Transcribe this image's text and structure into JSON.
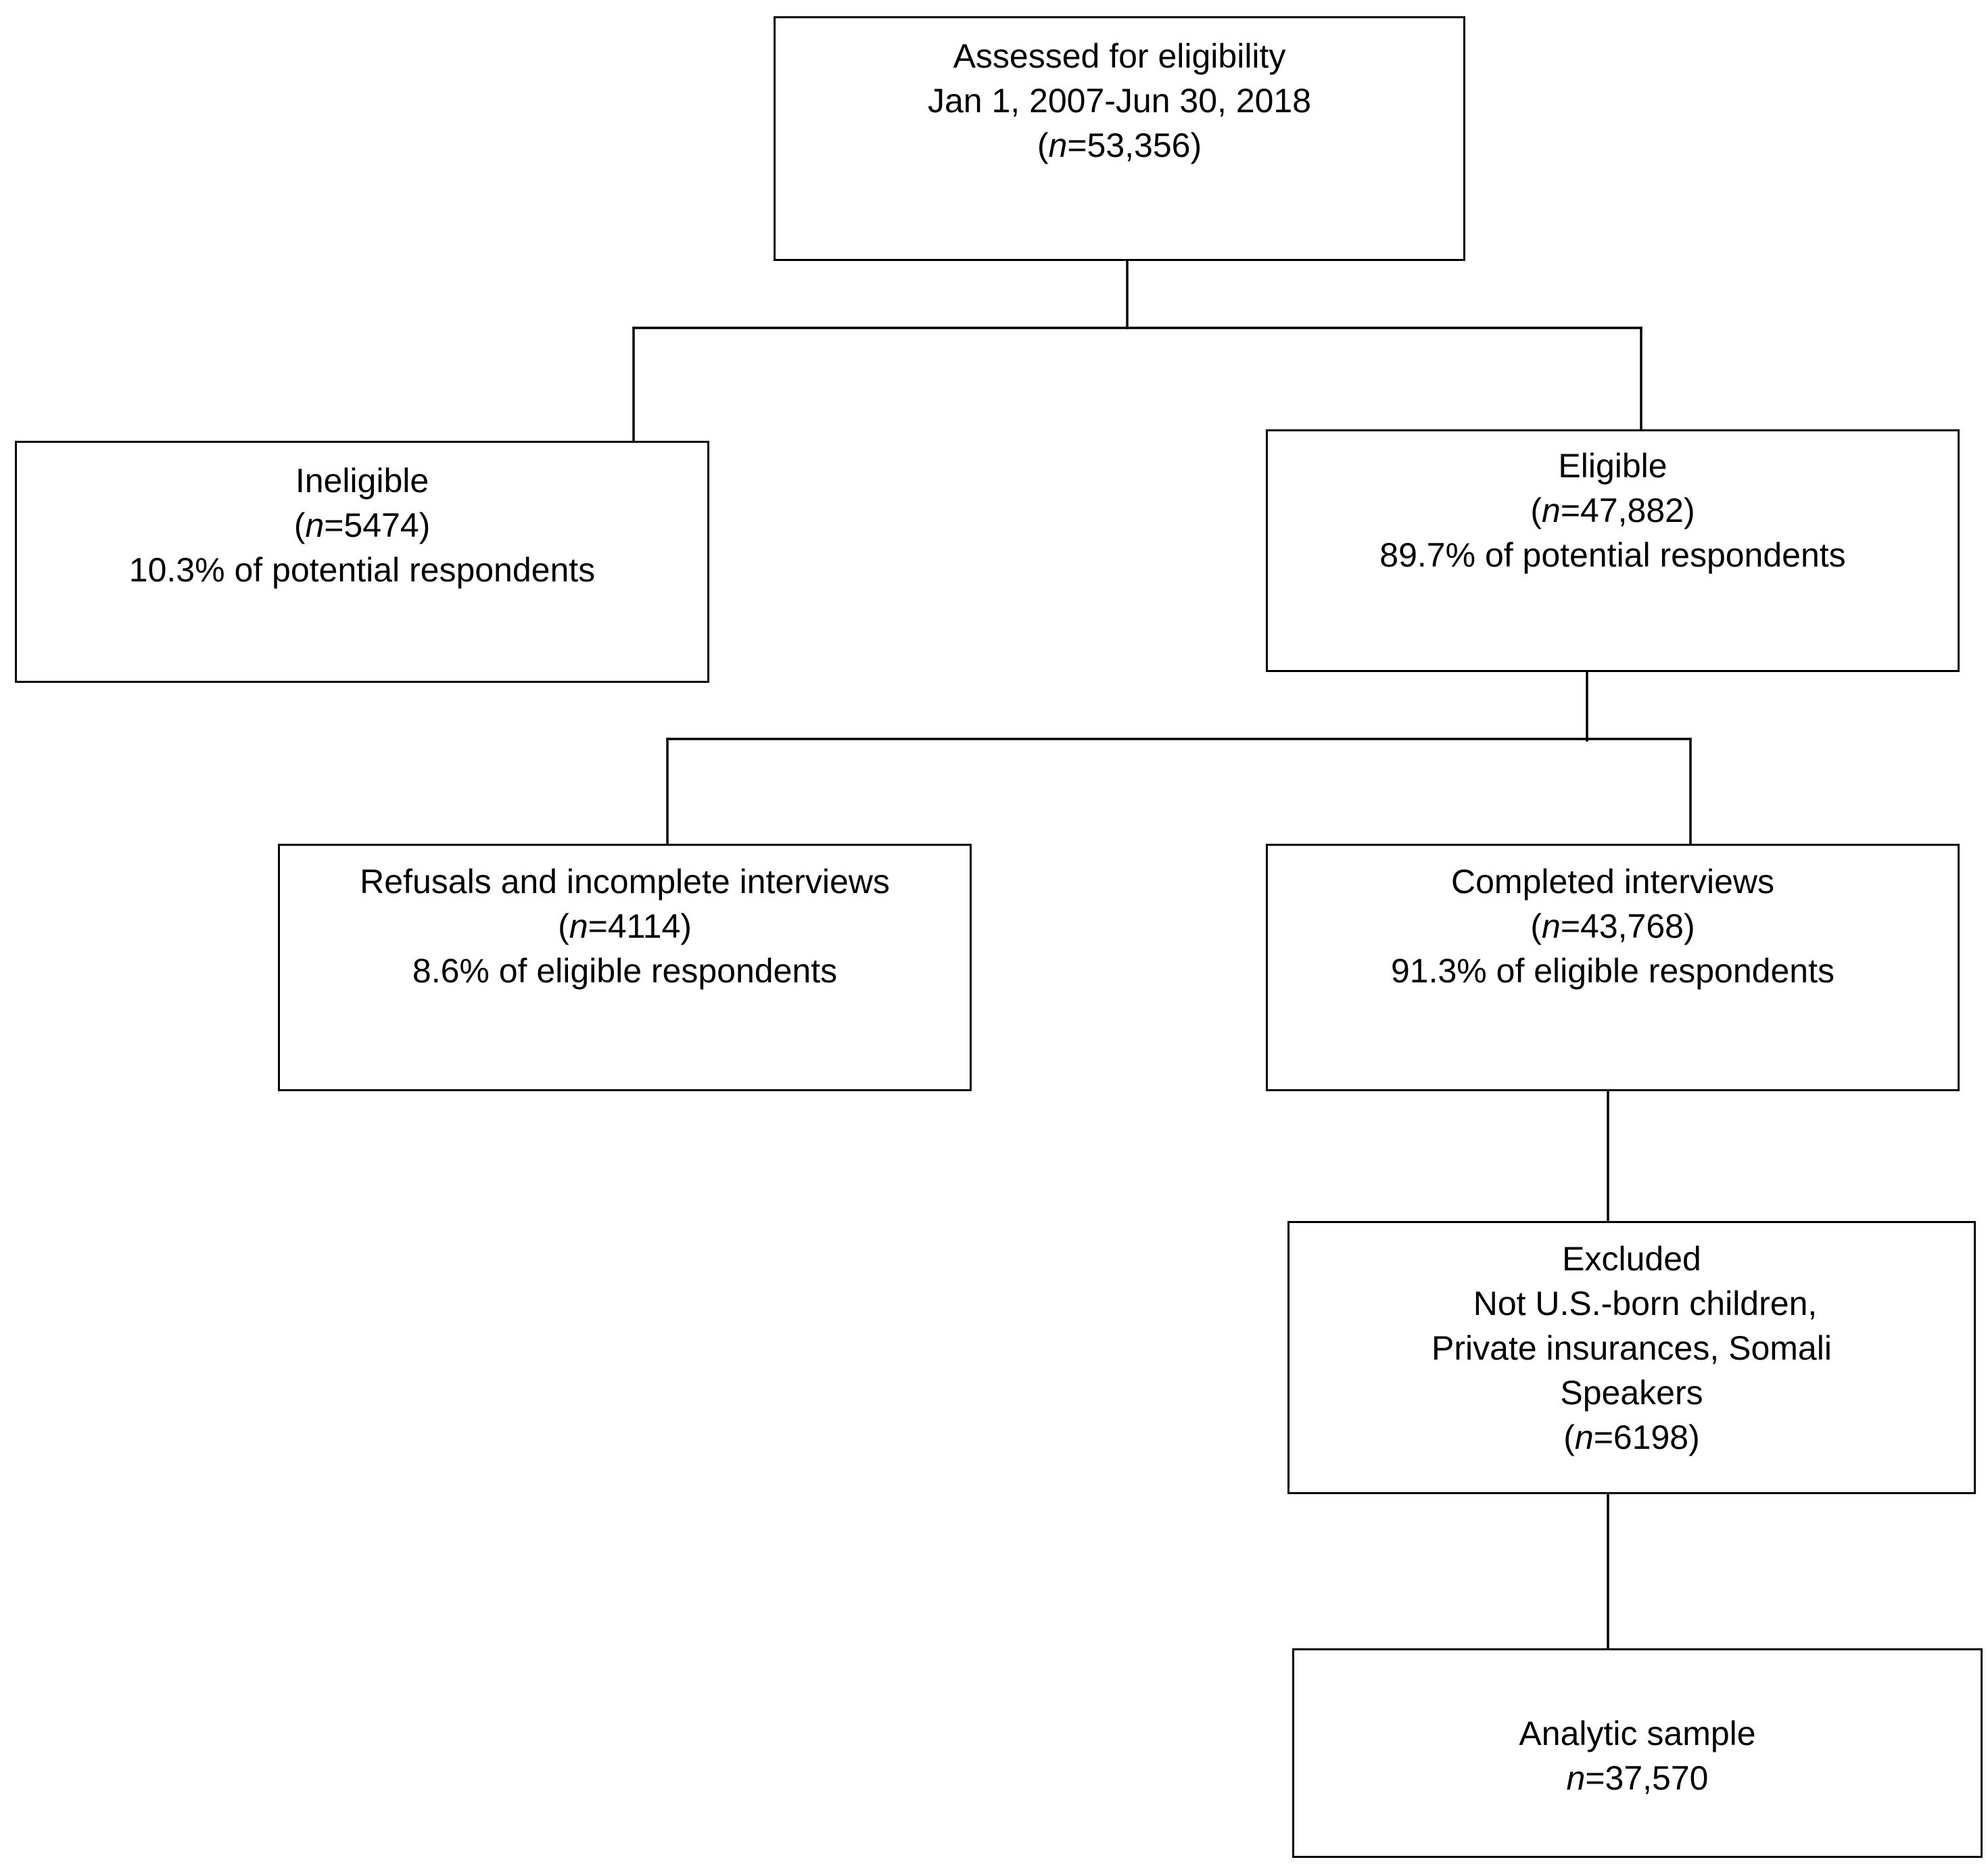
{
  "boxes": {
    "assessed": {
      "title": "Assessed for eligibility",
      "date_range": "Jan 1, 2007-Jun 30, 2018",
      "n_var": "n",
      "n_value": "=53,356"
    },
    "ineligible": {
      "title": "Ineligible",
      "n_var": "n",
      "n_value": "=5474",
      "percent_text": "10.3% of potential respondents"
    },
    "eligible": {
      "title": "Eligible",
      "n_var": "n",
      "n_value": "=47,882",
      "percent_text": "89.7% of potential respondents"
    },
    "refusals": {
      "title": "Refusals and incomplete interviews",
      "n_var": "n",
      "n_value": "=4114",
      "percent_text": "8.6% of eligible respondents"
    },
    "completed": {
      "title": "Completed interviews",
      "n_var": "n",
      "n_value": "=43,768",
      "percent_text": "91.3% of eligible respondents"
    },
    "excluded": {
      "title": "Excluded",
      "reason_lines": [
        "Not U.S.-born children,",
        "Private insurances, Somali",
        "Speakers"
      ],
      "n_var": "n",
      "n_value": "=6198"
    },
    "analytic": {
      "title": "Analytic sample",
      "n_var": "n",
      "n_value": "=37,570"
    }
  },
  "colors": {
    "line": "#000000",
    "background": "#ffffff"
  }
}
